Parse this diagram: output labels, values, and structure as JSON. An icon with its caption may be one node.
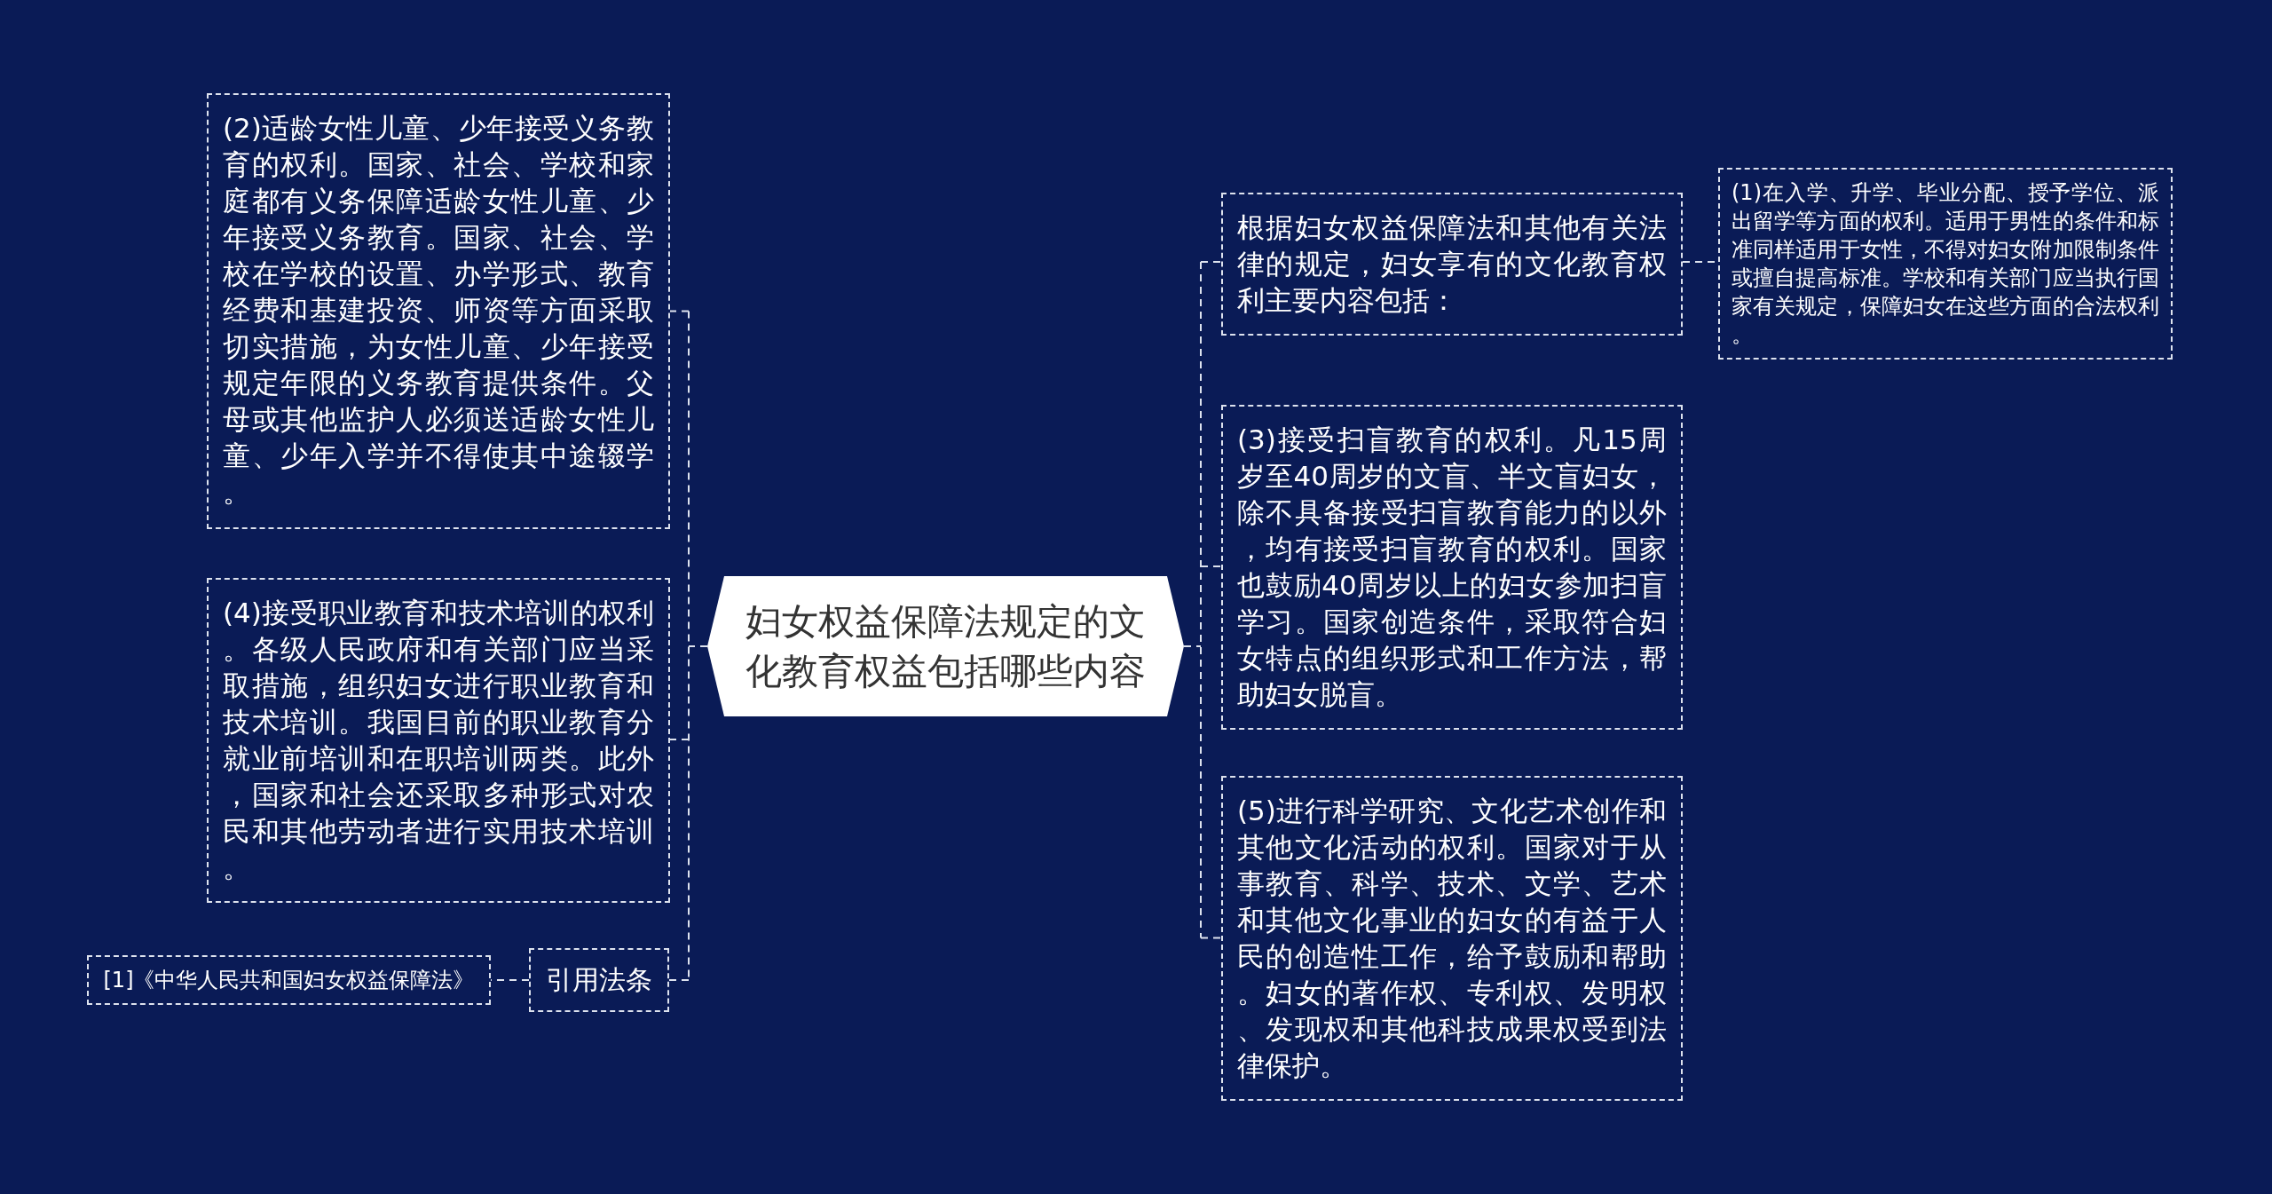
{
  "diagram": {
    "nodes": [
      {
        "text": [
          "妇女权益保障法规定的文化教育权益包括哪些内容"
        ]
      },
      {
        "text": [
          "(2)适龄女性儿童、少年接受义务教育的权利。国家、社会、学校和家庭都有义务保障适龄女性儿童、少年接受义务教育。国家、社会、学校在学校的设置、办学形式、教育经费和基建投资、师资等方面采取切实措施，为女性儿童、少年接受规定年限的义务教育提供条件。父母或其他监护人必须送适龄女性儿童、少年入学并不得使其中途辍学。"
        ]
      },
      {
        "text": [
          "(4)接受职业教育和技术培训的权利。各级人民政府和有关部门应当采取措施，组织妇女进行职业教育和技术培训。我国目前的职业教育分就业前培训和在职培训两类。此外，国家和社会还采取多种形式对农民和其他劳动者进行实用技术培训。"
        ]
      },
      {
        "text": [
          "引用法条"
        ]
      },
      {
        "text": [
          "[1]《中华人民共和国妇女权益保障法》"
        ]
      },
      {
        "text": [
          "根据妇女权益保障法和其他有关法律的规定，妇女享有的文化教育权利主要内容包括："
        ]
      },
      {
        "text": [
          "(1)在入学、升学、毕业分配、授予学位、派出留学等方面的权利。适用于男性的条件和标准同样适用于女性，不得对妇女附加限制条件或擅自提高标准。学校和有关部门应当执行国家有关规定，保障妇女在这些方面的合法权利。"
        ]
      },
      {
        "text": [
          "(3)接受扫盲教育的权利。凡15周岁至40周岁的文盲、半文盲妇女，除不具备接受扫盲教育能力的以外，均有接受扫盲教育的权利。国家也鼓励40周岁以上的妇女参加扫盲学习。国家创造条件，采取符合妇女特点的组织形式和工作方法，帮助妇女脱盲。"
        ]
      },
      {
        "text": [
          "(5)进行科学研究、文化艺术创作和其他文化活动的权利。国家对于从事教育、科学、技术、文学、艺术和其他文化事业的妇女的有益于人民的创造性工作，给予鼓励和帮助。妇女的著作权、专利权、发明权、发现权和其他科技成果权受到法律保护。"
        ]
      }
    ],
    "edges": [
      {
        "from": 0,
        "to": 1,
        "arrow": "none",
        "style": "dashed"
      },
      {
        "from": 0,
        "to": 2,
        "arrow": "none",
        "style": "dashed"
      },
      {
        "from": 0,
        "to": 3,
        "arrow": "none",
        "style": "dashed"
      },
      {
        "from": 3,
        "to": 4,
        "arrow": "none",
        "style": "dashed"
      },
      {
        "from": 0,
        "to": 5,
        "arrow": "none",
        "style": "dashed"
      },
      {
        "from": 5,
        "to": 6,
        "arrow": "none",
        "style": "dashed"
      },
      {
        "from": 0,
        "to": 7,
        "arrow": "none",
        "style": "dashed"
      },
      {
        "from": 0,
        "to": 8,
        "arrow": "none",
        "style": "dashed"
      }
    ]
  }
}
